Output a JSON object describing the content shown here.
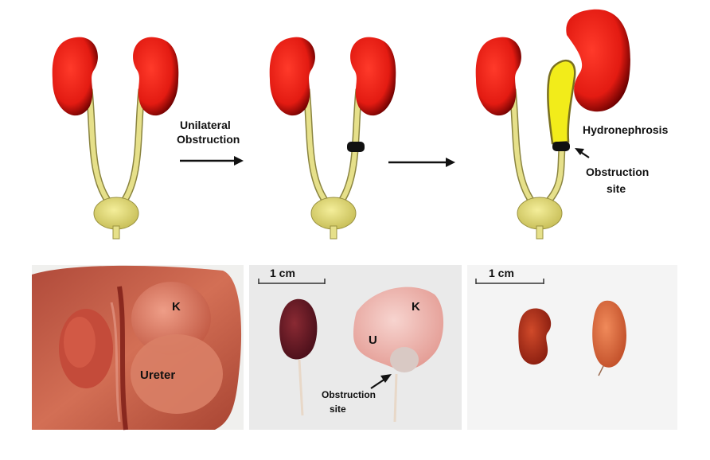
{
  "diagram": {
    "step_label_line1": "Unilateral",
    "step_label_line2": "Obstruction",
    "hydronephrosis_label": "Hydronephrosis",
    "obstruction_label_line1": "Obstruction",
    "obstruction_label_line2": "site"
  },
  "photos": {
    "left": {
      "kidney_label": "K",
      "ureter_label": "Ureter"
    },
    "middle": {
      "scale_label": "1 cm",
      "kidney_label": "K",
      "ureter_label": "U",
      "obstruction_label_line1": "Obstruction",
      "obstruction_label_line2": "site"
    },
    "right": {
      "scale_label": "1 cm"
    }
  },
  "colors": {
    "kidney": "#e31b12",
    "ureter": "#e6e08a",
    "hydronephrotic_ureter": "#f2ec1a",
    "clamp": "#111111"
  }
}
